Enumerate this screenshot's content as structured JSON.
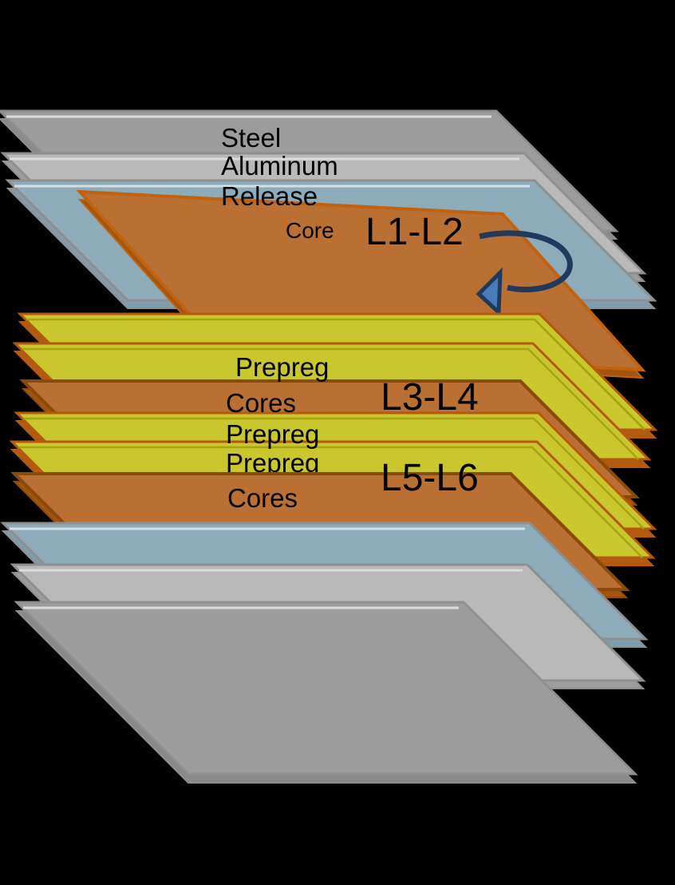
{
  "labels": {
    "steel_top": "Steel",
    "aluminum_top": "Aluminum",
    "release_top": "Release",
    "core": "Core",
    "l1l2": "L1-L2",
    "prepreg_1": "Prepreg",
    "cores_1": "Cores",
    "l3l4": "L3-L4",
    "prepreg_2": "Prepreg",
    "prepreg_3": "Prepreg",
    "l5l6": "L5-L6",
    "cores_2": "Cores"
  },
  "stack_order": [
    "Steel",
    "Aluminum",
    "Release",
    "Core L1-L2",
    "Prepreg",
    "Prepreg",
    "Cores L3-L4",
    "Prepreg",
    "Prepreg",
    "Cores L5-L6",
    "Release",
    "Aluminum",
    "Steel"
  ],
  "colors": {
    "background": "#000000",
    "text": "#000000",
    "steel": "#9c9c9c",
    "steel_side": "#8a8a8a",
    "aluminum": "#b9b9b9",
    "aluminum_side": "#9d9d9d",
    "gray_edge": "#8f8f8f",
    "gray_highlight": "#dcdcdc",
    "release": "#8dacba",
    "release_side": "#7f9dab",
    "blue_highlight": "#d2e0e5",
    "copper": "#bb7033",
    "copper_edge": "#c2620e",
    "copper_side": "#a05511",
    "cores_edge": "#8a4a0c",
    "prepreg": "#cac72e",
    "prepreg_edge": "#b45a0e",
    "prepreg_line": "#a8a312",
    "arrow": "#1f3a5c",
    "arrow_head": "#4a7cba"
  }
}
